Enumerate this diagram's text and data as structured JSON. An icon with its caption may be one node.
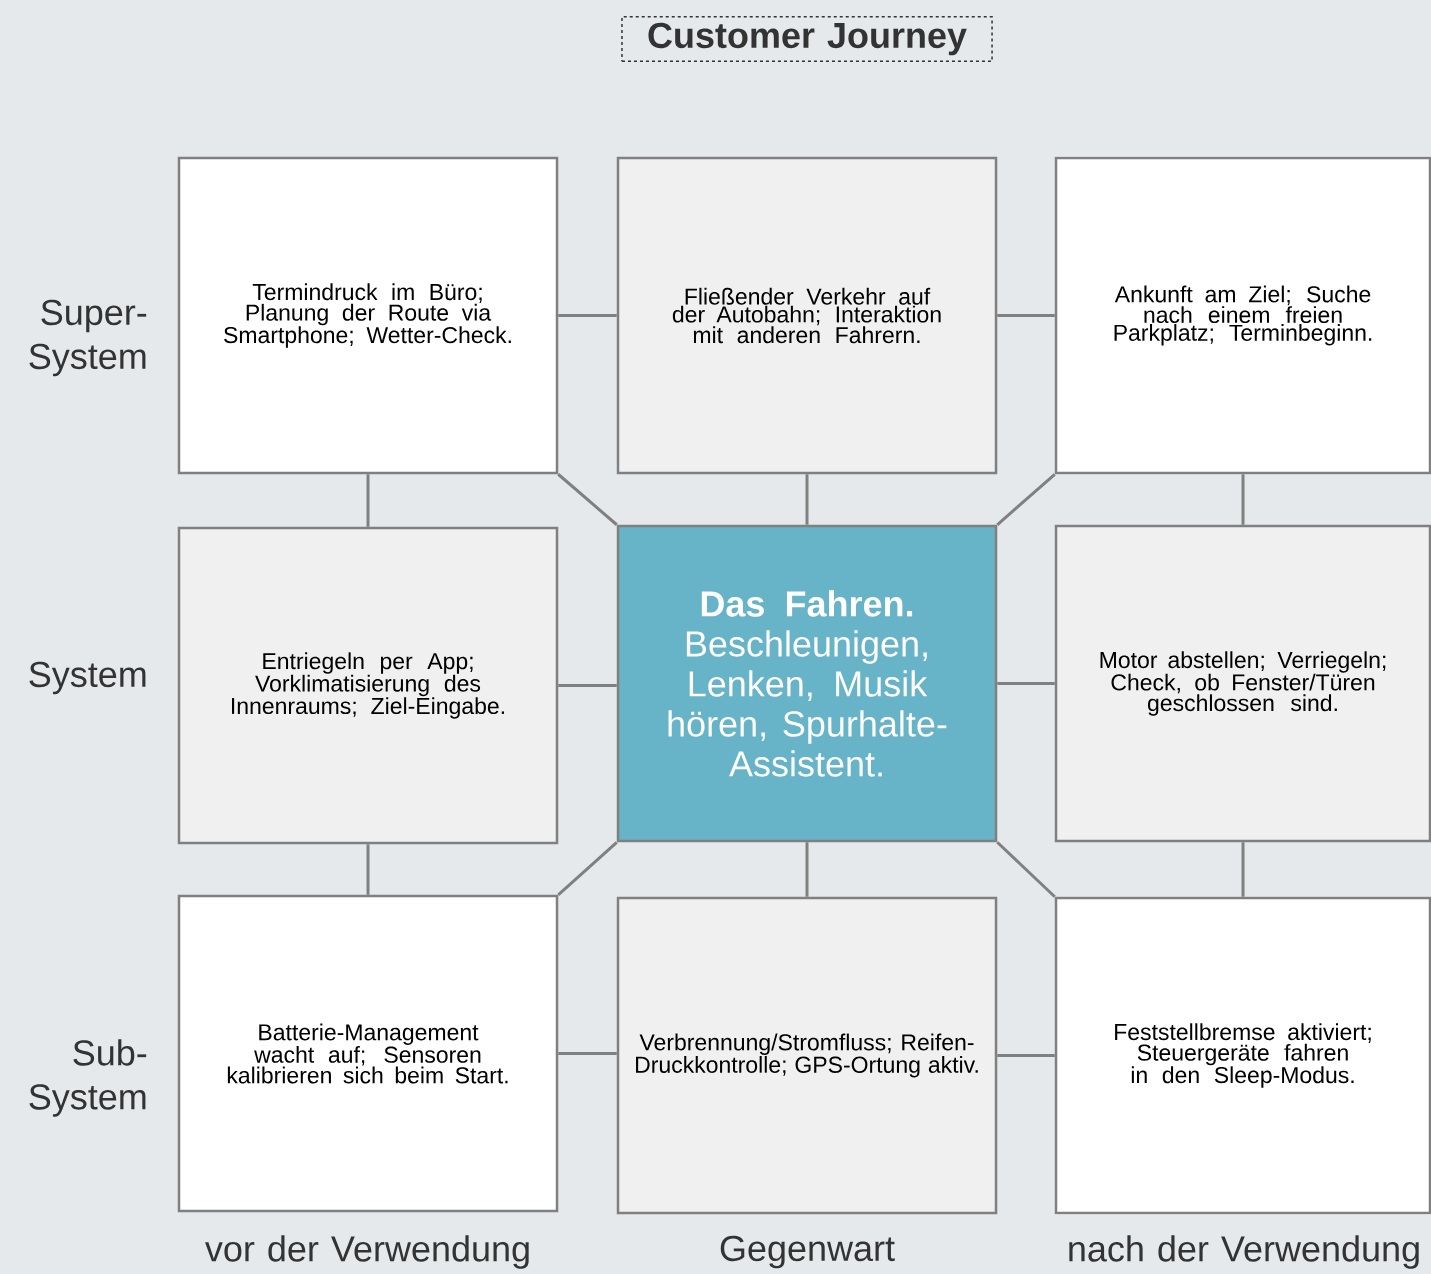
{
  "diagram": {
    "title": "Customer Journey",
    "nodes": [
      {
        "text": [
          "Termindruck im Büro; Planung der Route via Smartphone; Wetter-Check."
        ]
      },
      {
        "text": [
          "Fließender Verkehr auf der Autobahn; Interaktion mit anderen Fahrern."
        ]
      },
      {
        "text": [
          "Ankunft am Ziel; Suche nach einem freien Parkplatz; Terminbeginn."
        ]
      },
      {
        "text": [
          "Entriegeln per App; Vorklimatisierung des Innenraums; Ziel-Eingabe."
        ]
      },
      {
        "text": [
          "Das Fahren.",
          "Beschleunigen, Lenken, Musik hören, Spurhalte-Assistent."
        ]
      },
      {
        "text": [
          "Motor abstellen; Verriegeln; Check, ob Fenster/Türen geschlossen sind."
        ]
      },
      {
        "text": [
          "Batterie-Management wacht auf; Sensoren kalibrieren sich beim Start."
        ]
      },
      {
        "text": [
          "Verbrennung/Stromfluss; Reifen-Druckkontrolle; GPS-Ortung aktiv."
        ]
      },
      {
        "text": [
          "Feststellbremse aktiviert; Steuergeräte fahren in den Sleep-Modus."
        ]
      }
    ],
    "edges": [
      {
        "from": 0,
        "to": 1,
        "arrow": "none"
      },
      {
        "from": 1,
        "to": 2,
        "arrow": "none"
      },
      {
        "from": 0,
        "to": 3,
        "arrow": "none"
      },
      {
        "from": 0,
        "to": 4,
        "arrow": "none"
      },
      {
        "from": 1,
        "to": 4,
        "arrow": "none"
      },
      {
        "from": 2,
        "to": 4,
        "arrow": "none"
      },
      {
        "from": 2,
        "to": 5,
        "arrow": "none"
      },
      {
        "from": 3,
        "to": 4,
        "arrow": "none"
      },
      {
        "from": 4,
        "to": 5,
        "arrow": "none"
      },
      {
        "from": 3,
        "to": 6,
        "arrow": "none"
      },
      {
        "from": 6,
        "to": 4,
        "arrow": "none"
      },
      {
        "from": 4,
        "to": 7,
        "arrow": "none"
      },
      {
        "from": 8,
        "to": 4,
        "arrow": "none"
      },
      {
        "from": 5,
        "to": 8,
        "arrow": "none"
      },
      {
        "from": 6,
        "to": 7,
        "arrow": "none"
      },
      {
        "from": 7,
        "to": 8,
        "arrow": "none"
      }
    ],
    "labels": [
      "Super-System",
      "System",
      "Sub-System",
      "vor der Verwendung",
      "Gegenwart",
      "nach der Verwendung"
    ]
  }
}
